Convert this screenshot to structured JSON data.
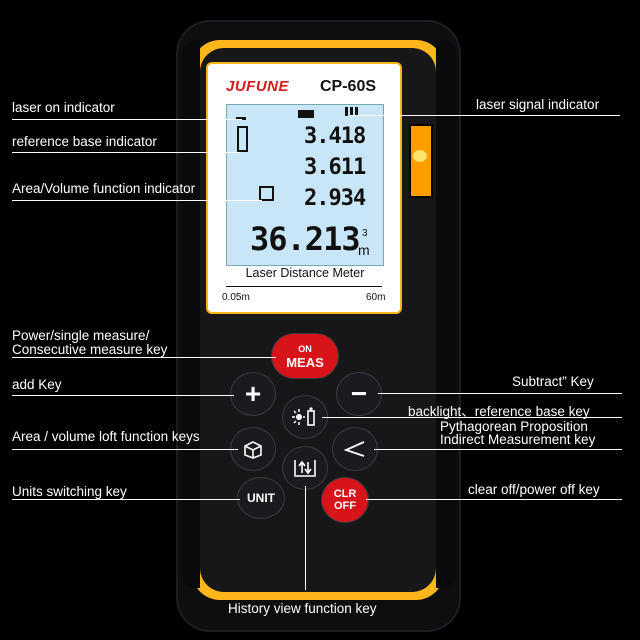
{
  "device": {
    "brand": "JUFUNE",
    "model": "CP-60S",
    "subtitle": "Laser Distance Meter",
    "scale_min": "0.05m",
    "scale_max": "60m",
    "readings": [
      "3.418",
      "3.611",
      "2.934"
    ],
    "main_reading": "36.213",
    "unit": "m",
    "unit_super": "3"
  },
  "buttons": {
    "meas_top": "ON",
    "meas_bottom": "MEAS",
    "add": "+",
    "subtract": "−",
    "unit": "UNIT",
    "clr_top": "CLR",
    "clr_bottom": "OFF"
  },
  "labels": {
    "laser_on": "laser on indicator",
    "reference_base": "reference base  indicator",
    "area_volume": "Area/Volume function indicator",
    "power": "Power/single measure/",
    "power2": "Consecutive measure key",
    "add_key": "add Key",
    "area_loft": "Area / volume loft function keys",
    "units": "Units switching key",
    "laser_signal": "laser signal indicator",
    "subtract": "Subtract” Key",
    "backlight": "backlight、reference base key",
    "pythagorean": "Pythagorean Proposition",
    "pythagorean2": "Indirect Measurement key",
    "clear": "clear off/power off key",
    "history": "History view function key"
  }
}
